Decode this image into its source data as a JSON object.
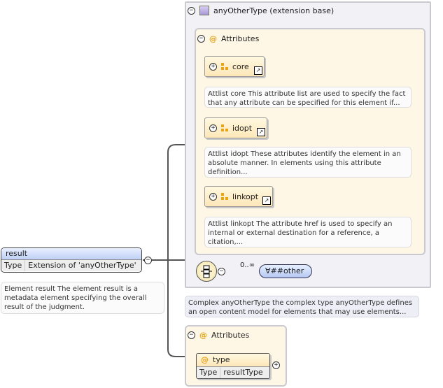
{
  "element": {
    "name": "result",
    "type_label": "Type",
    "type_value": "Extension of 'anyOtherType'",
    "doc": "Element result The element result is a metadata element specifying the overall result of the judgment."
  },
  "complex_type": {
    "title": "anyOtherType (extension base)",
    "doc": "Complex anyOtherType the complex type anyOtherType defines an open content model for elements that may use elements..."
  },
  "attributes_group": {
    "title": "Attributes",
    "items": [
      {
        "name": "core",
        "doc": "Attlist core This attribute list are used to specify the fact that any attribute can be specified for this element if..."
      },
      {
        "name": "idopt",
        "doc": "Attlist idopt These attributes identify the element in an absolute manner. In elements using this attribute definition..."
      },
      {
        "name": "linkopt",
        "doc": "Attlist linkopt The attribute href is used to specify an internal or external destination for a reference, a citation,..."
      }
    ]
  },
  "sequence": {
    "cardinality": "0..∞",
    "wildcard": "∀##other"
  },
  "own_attributes": {
    "title": "Attributes",
    "attr_name": "type",
    "type_label": "Type",
    "type_value": "resultType"
  },
  "colors": {
    "element_header": "#bfd0f5",
    "attribute_fill": "#fde7b8",
    "attr_icon": "#e8a317",
    "panel_border": "#c9c9cf"
  }
}
